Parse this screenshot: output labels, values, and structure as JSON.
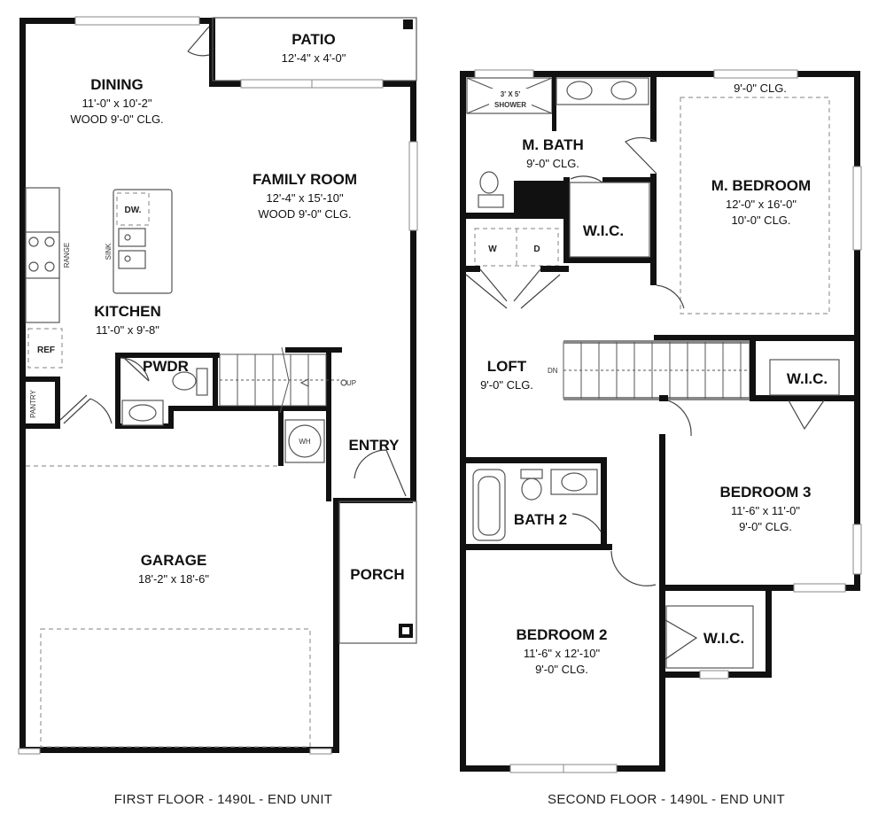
{
  "first_floor": {
    "caption": "FIRST FLOOR - 1490L - END UNIT",
    "rooms": {
      "patio": {
        "name": "PATIO",
        "dims": "12'-4\" x 4'-0\""
      },
      "dining": {
        "name": "DINING",
        "dims": "11'-0\" x 10'-2\"",
        "ceiling": "WOOD 9'-0\" CLG."
      },
      "family_room": {
        "name": "FAMILY ROOM",
        "dims": "12'-4\" x 15'-10\"",
        "ceiling": "WOOD 9'-0\" CLG."
      },
      "kitchen": {
        "name": "KITCHEN",
        "dims": "11'-0\" x 9'-8\""
      },
      "pwdr": {
        "name": "PWDR"
      },
      "entry": {
        "name": "ENTRY"
      },
      "garage": {
        "name": "GARAGE",
        "dims": "18'-2\" x 18'-6\""
      },
      "porch": {
        "name": "PORCH"
      }
    },
    "fixtures": {
      "dw": "DW.",
      "sink": "SINK",
      "range": "RANGE",
      "ref": "REF",
      "pantry": "PANTRY",
      "wh": "WH",
      "up": "UP"
    }
  },
  "second_floor": {
    "caption": "SECOND FLOOR - 1490L - END UNIT",
    "rooms": {
      "m_bath": {
        "name": "M. BATH",
        "ceiling": "9'-0\" CLG."
      },
      "m_bedroom": {
        "name": "M. BEDROOM",
        "dims": "12'-0\" x 16'-0\"",
        "ceiling": "10'-0\" CLG.",
        "tray_ceiling": "9'-0\" CLG."
      },
      "wic_master": {
        "name": "W.I.C."
      },
      "loft": {
        "name": "LOFT",
        "ceiling": "9'-0\" CLG."
      },
      "wic_bed3": {
        "name": "W.I.C."
      },
      "bedroom_3": {
        "name": "BEDROOM 3",
        "dims": "11'-6\" x 11'-0\"",
        "ceiling": "9'-0\" CLG."
      },
      "bath_2": {
        "name": "BATH 2"
      },
      "bedroom_2": {
        "name": "BEDROOM 2",
        "dims": "11'-6\" x 12'-10\"",
        "ceiling": "9'-0\" CLG."
      },
      "wic_bed2": {
        "name": "W.I.C."
      }
    },
    "fixtures": {
      "shower_size": "3' X 5'",
      "shower": "SHOWER",
      "washer": "W",
      "dryer": "D",
      "dn": "DN"
    }
  }
}
